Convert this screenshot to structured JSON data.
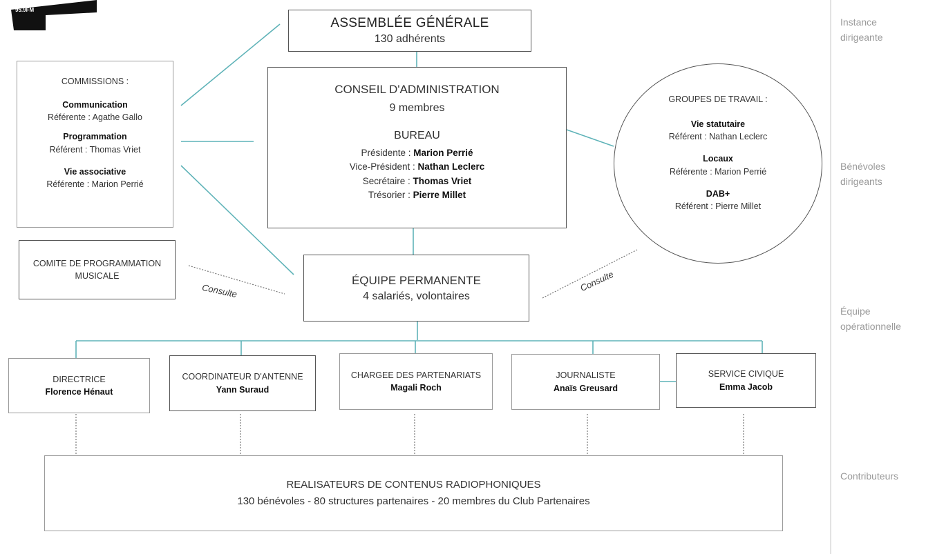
{
  "logo": {
    "text": "95.9FM"
  },
  "assemblee": {
    "title": "ASSEMBLÉE GÉNÉRALE",
    "sub": "130 adhérents"
  },
  "conseil": {
    "title": "CONSEIL D'ADMINISTRATION",
    "sub": "9 membres",
    "bureau_title": "BUREAU",
    "bureau": [
      {
        "role": "Présidente : ",
        "name": "Marion Perrié"
      },
      {
        "role": "Vice-Président : ",
        "name": "Nathan Leclerc"
      },
      {
        "role": "Secrétaire : ",
        "name": "Thomas Vriet"
      },
      {
        "role": "Trésorier : ",
        "name": "Pierre Millet"
      }
    ]
  },
  "commissions": {
    "title": "COMMISSIONS :",
    "items": [
      {
        "name": "Communication",
        "ref": "Référente : Agathe Gallo"
      },
      {
        "name": "Programmation",
        "ref": "Référent : Thomas Vriet"
      },
      {
        "name": "Vie associative",
        "ref": "Référente : Marion Perrié"
      }
    ]
  },
  "groupes": {
    "title": "GROUPES DE TRAVAIL :",
    "items": [
      {
        "name": "Vie statutaire",
        "ref": "Référent : Nathan Leclerc"
      },
      {
        "name": "Locaux",
        "ref": "Référente : Marion Perrié"
      },
      {
        "name": "DAB+",
        "ref": "Référent : Pierre Millet"
      }
    ]
  },
  "comite": {
    "title": "COMITE DE PROGRAMMATION MUSICALE"
  },
  "equipe": {
    "title": "ÉQUIPE PERMANENTE",
    "sub": "4 salariés, volontaires"
  },
  "consulte_left": "Consulte",
  "consulte_right": "Consulte",
  "staff": [
    {
      "role": "DIRECTRICE",
      "name": "Florence Hénaut"
    },
    {
      "role": "COORDINATEUR D'ANTENNE",
      "name": "Yann Suraud"
    },
    {
      "role": "CHARGEE DES PARTENARIATS",
      "name": "Magali Roch"
    },
    {
      "role": "JOURNALISTE",
      "name": "Anaïs Greusard"
    },
    {
      "role": "SERVICE CIVIQUE",
      "name": "Emma Jacob"
    }
  ],
  "realisateurs": {
    "title": "REALISATEURS DE CONTENUS RADIOPHONIQUES",
    "sub": "130 bénévoles - 80 structures partenaires - 20 membres du Club Partenaires"
  },
  "side_labels": {
    "instance": "Instance dirigeante",
    "benevoles": "Bénévoles dirigeants",
    "equipe": "Équipe opérationnelle",
    "contributeurs": "Contributeurs"
  },
  "colors": {
    "connector": "#5fb3b8",
    "border": "#555555",
    "muted": "#9a9a9a"
  }
}
